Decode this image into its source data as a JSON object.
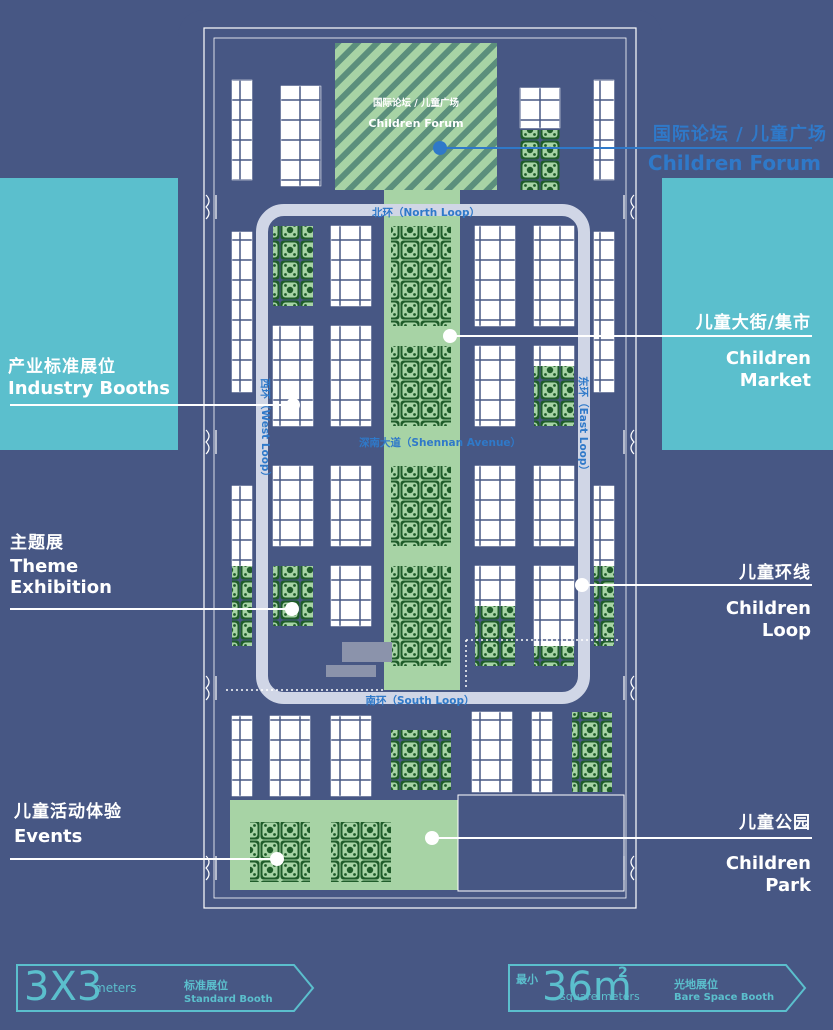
{
  "colors": {
    "background": "#475784",
    "accent": "#5bbfcd",
    "booth": "#ffffff",
    "green": "#a7d3a5",
    "loop": "#d0d6e6",
    "label_blue": "#2f79c9",
    "dark_green": "#1f5c2a"
  },
  "hall": {
    "forum_cn": "国际论坛 / 儿童广场",
    "forum_en": "Children Forum",
    "north_loop": "北环（North Loop）",
    "south_loop": "南环（South Loop）",
    "west_loop": "西环（West Loop）",
    "east_loop": "东环（East Loop）",
    "avenue": "深南大道（Shennan Avenue）"
  },
  "areas": {
    "forum": {
      "cn": "国际论坛 / 儿童广场",
      "en": "Children Forum"
    },
    "market": {
      "cn": "儿童大街/集市",
      "en1": "Children",
      "en2": "Market"
    },
    "industry": {
      "cn": "产业标准展位",
      "en": "Industry Booths"
    },
    "theme": {
      "cn": "主题展",
      "en1": "Theme",
      "en2": "Exhibition"
    },
    "loop": {
      "cn": "儿童环线",
      "en1": "Children",
      "en2": "Loop"
    },
    "events": {
      "cn": "儿童活动体验",
      "en": "Events"
    },
    "park": {
      "cn": "儿童公园",
      "en1": "Children",
      "en2": "Park"
    }
  },
  "legend": {
    "standard": {
      "size": "3X3",
      "unit": "meters",
      "cn": "标准展位",
      "en": "Standard Booth"
    },
    "bare": {
      "prefix": "最小",
      "size": "36m",
      "sup": "2",
      "unit": "square meters",
      "cn": "光地展位",
      "en": "Bare Space Booth"
    }
  }
}
